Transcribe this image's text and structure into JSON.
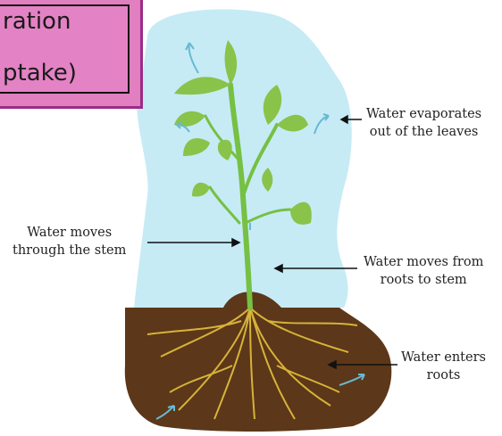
{
  "title": {
    "line1": "ration",
    "line2": "ptake)"
  },
  "labels": {
    "evaporates_line1": "Water evaporates",
    "evaporates_line2": "out of the leaves",
    "stem_line1": "Water moves",
    "stem_line2": "through the stem",
    "roots_stem_line1": "Water moves from",
    "roots_stem_line2": "roots to stem",
    "enters_line1": "Water enters",
    "enters_line2": "roots"
  },
  "colors": {
    "sky": "#c6ebf5",
    "soil": "#5c3719",
    "stem": "#76c043",
    "leaf": "#89c34a",
    "root": "#d6b33a",
    "water_arrow": "#68b9d3",
    "title_fill": "#e17fc1",
    "title_border": "#9b2c87"
  }
}
